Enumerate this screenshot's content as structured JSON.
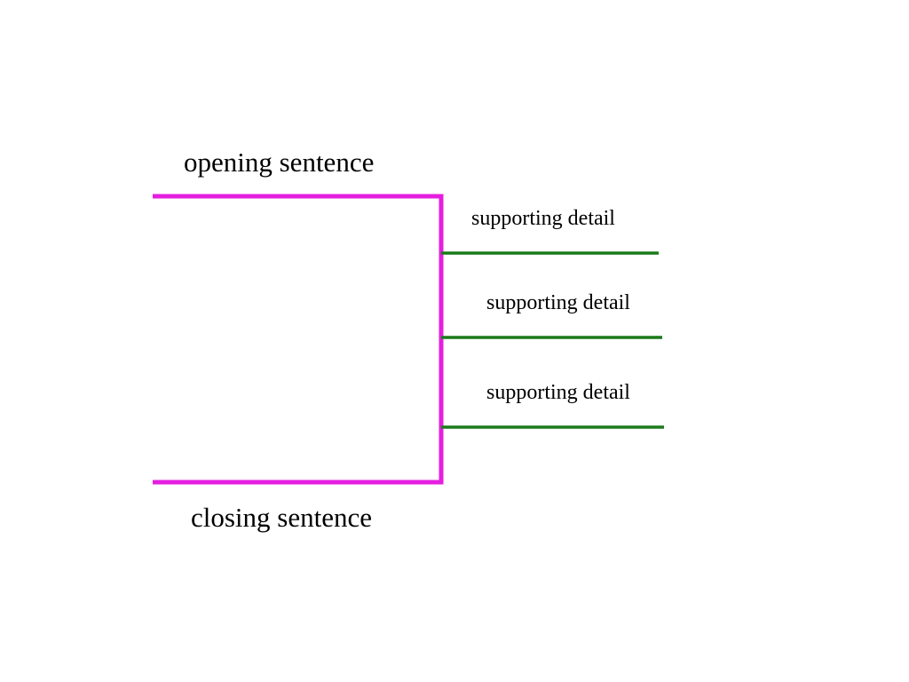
{
  "diagram": {
    "opening_label": "opening sentence",
    "closing_label": "closing sentence",
    "details": [
      {
        "label": "supporting detail"
      },
      {
        "label": "supporting detail"
      },
      {
        "label": "supporting detail"
      }
    ],
    "colors": {
      "bracket": "#e51ee0",
      "detail_line": "#1a7a1a",
      "text": "#000000",
      "background": "#ffffff"
    }
  }
}
